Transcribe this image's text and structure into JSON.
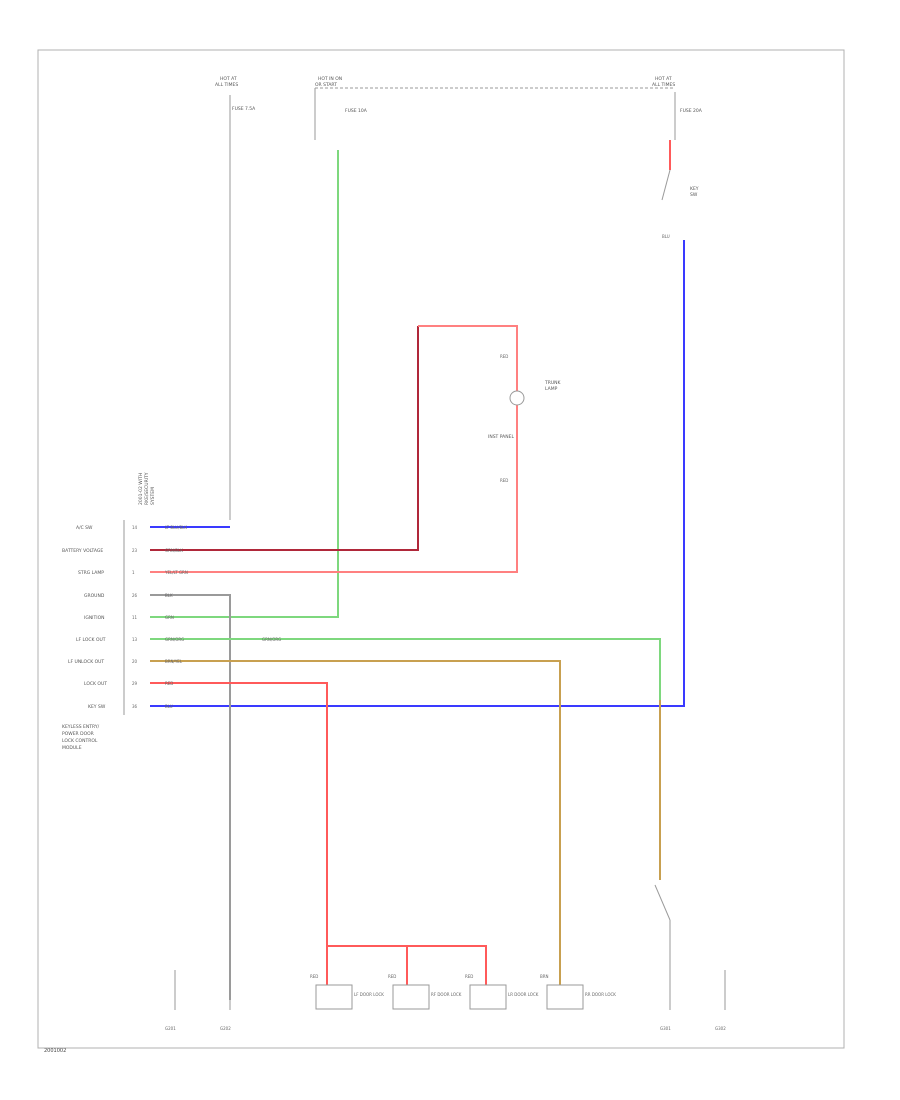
{
  "colors": {
    "blue": "#3a3aff",
    "red": "#ff5a5a",
    "darkred": "#b0283a",
    "pink": "#ff8080",
    "green": "#7ed87e",
    "tan": "#c8a050",
    "gray": "#9a9a9a"
  },
  "terminals": [
    {
      "name": "A/C SW",
      "pin": "14",
      "wire": "LT BLU/BLK"
    },
    {
      "name": "BATTERY VOLTAGE",
      "pin": "23",
      "wire": "GRN/BLK"
    },
    {
      "name": "STRG LAMP",
      "pin": "1",
      "wire": "YEL/LT GRN"
    },
    {
      "name": "GROUND",
      "pin": "26",
      "wire": "BLK"
    },
    {
      "name": "IGNITION",
      "pin": "11",
      "wire": "GRN"
    },
    {
      "name": "LF LOCK OUT",
      "pin": "13",
      "wire": "GRN/ORG"
    },
    {
      "name": "LF UNLOCK OUT",
      "pin": "20",
      "wire": "BRN/YEL"
    },
    {
      "name": "LOCK OUT",
      "pin": "29",
      "wire": "RED"
    },
    {
      "name": "KEY SW",
      "pin": "36",
      "wire": "BLU"
    }
  ],
  "module_label": [
    "KEYLESS ENTRY/",
    "POWER DOOR",
    "LOCK CONTROL",
    "MODULE"
  ],
  "header_notes": [
    "2001-02 WITH",
    "RKE/SECURITY",
    "SYSTEM"
  ],
  "fuses": [
    {
      "title": "HOT AT",
      "sub": "ALL TIMES"
    },
    {
      "title": "HOT IN ON",
      "sub": "OR START"
    },
    {
      "title": "HOT AT",
      "sub": "ALL TIMES"
    }
  ],
  "fuse_values": [
    "FUSE 7.5A",
    "FUSE 10A",
    "FUSE 20A"
  ],
  "lamp": {
    "wire_top": "RED",
    "wire_bot": "RED",
    "label": [
      "TRUNK",
      "LAMP"
    ],
    "note": "INST PANEL"
  },
  "key_switch": {
    "label": [
      "KEY",
      "SW"
    ],
    "wire": "BLU"
  },
  "lower_wire": "GRN/ORG",
  "actuators": [
    {
      "label": "LF DOOR LOCK",
      "wire": "RED"
    },
    {
      "label": "RF DOOR LOCK",
      "wire": "RED"
    },
    {
      "label": "LR DOOR LOCK",
      "wire": "RED"
    },
    {
      "label": "RR DOOR LOCK",
      "wire": "BRN"
    }
  ],
  "grounds": [
    "G201",
    "G202",
    "G301",
    "G302"
  ],
  "footer_id": "2001002"
}
